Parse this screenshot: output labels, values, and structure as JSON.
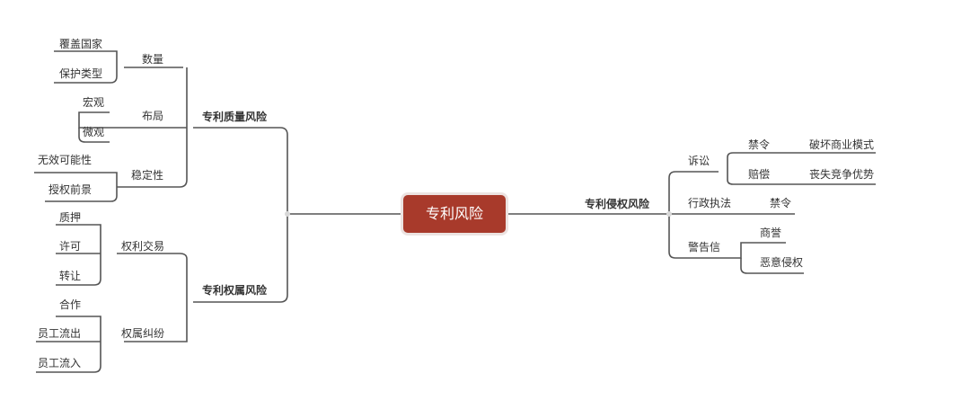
{
  "root": "专利风险",
  "quality": {
    "title": "专利质量风险",
    "quantity": {
      "label": "数量",
      "children": [
        "覆盖国家",
        "保护类型"
      ]
    },
    "layout": {
      "label": "布局",
      "children": [
        "宏观",
        "微观"
      ]
    },
    "stability": {
      "label": "稳定性",
      "children": [
        "无效可能性",
        "授权前景"
      ]
    }
  },
  "ownership": {
    "title": "专利权属风险",
    "trade": {
      "label": "权利交易",
      "children": [
        "质押",
        "许可",
        "转让"
      ]
    },
    "dispute": {
      "label": "权属纠纷",
      "children": [
        "合作",
        "员工流出",
        "员工流入"
      ]
    }
  },
  "infringement": {
    "title": "专利侵权风险",
    "litigation": {
      "label": "诉讼",
      "injunction": {
        "label": "禁令",
        "child": "破坏商业模式"
      },
      "damages": {
        "label": "赔偿",
        "child": "丧失竞争优势"
      }
    },
    "admin": {
      "label": "行政执法",
      "child": "禁令"
    },
    "warning": {
      "label": "警告信",
      "children": [
        "商誉",
        "恶意侵权"
      ]
    }
  },
  "colors": {
    "root_fill": "#a83a2b",
    "line": "#555555"
  }
}
